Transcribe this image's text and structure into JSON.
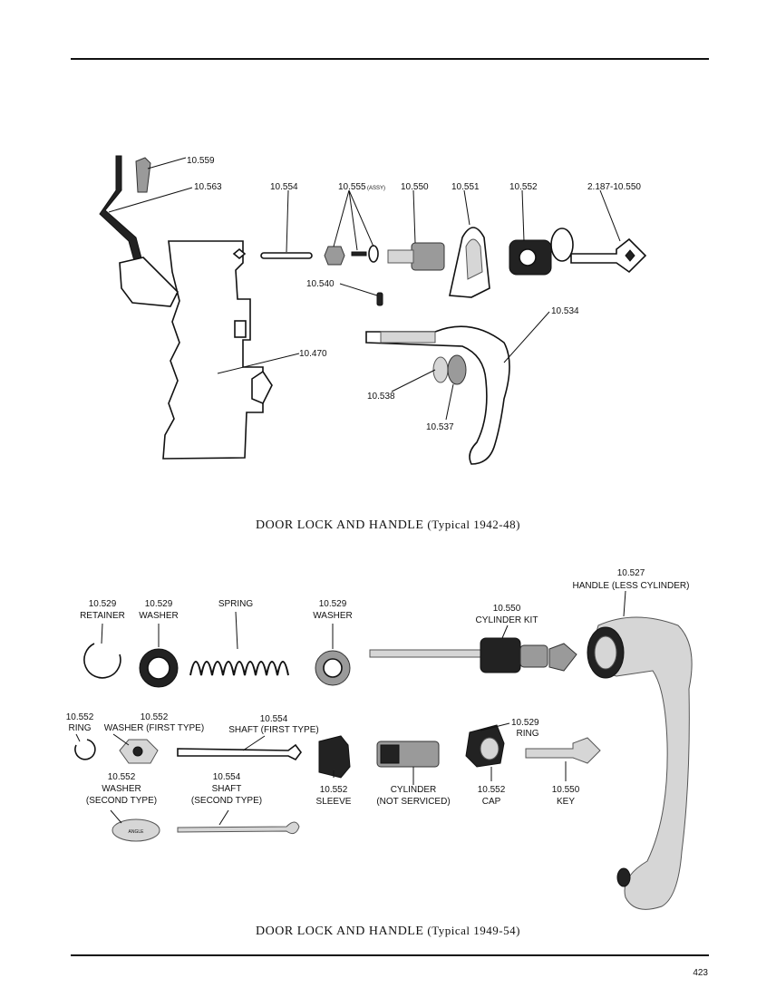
{
  "fig1": {
    "caption_main": "DOOR LOCK AND HANDLE",
    "caption_sub": "(Typical 1942-48)",
    "labels": {
      "l10559": "10.559",
      "l10563": "10.563",
      "l10554": "10.554",
      "l10555": "10.555",
      "l10555_assy": "(ASSY)",
      "l10550": "10.550",
      "l10551": "10.551",
      "l10552": "10.552",
      "l2187": "2.187-10.550",
      "l10540": "10.540",
      "l10534": "10.534",
      "l10470": "10.470",
      "l10538": "10.538",
      "l10537": "10.537"
    }
  },
  "fig2": {
    "caption_main": "DOOR LOCK AND HANDLE",
    "caption_sub": "(Typical 1949-54)",
    "labels": {
      "handle_num": "10.527",
      "handle_name": "HANDLE (LESS CYLINDER)",
      "retainer_num": "10.529",
      "retainer_name": "RETAINER",
      "washer_num": "10.529",
      "washer_name": "WASHER",
      "spring_name": "SPRING",
      "washer2_num": "10.529",
      "washer2_name": "WASHER",
      "cylkit_num": "10.550",
      "cylkit_name": "CYLINDER KIT",
      "ring_num": "10.552",
      "ring_name": "RING",
      "washer_first_num": "10.552",
      "washer_first_name": "WASHER (FIRST TYPE)",
      "shaft_first_num": "10.554",
      "shaft_first_name": "SHAFT (FIRST TYPE)",
      "ring2_num": "10.529",
      "ring2_name": "RING",
      "washer_second_num": "10.552",
      "washer_second_name": "WASHER",
      "washer_second_type": "(SECOND TYPE)",
      "shaft_second_num": "10.554",
      "shaft_second_name": "SHAFT",
      "shaft_second_type": "(SECOND TYPE)",
      "sleeve_num": "10.552",
      "sleeve_name": "SLEEVE",
      "cylinder_name": "CYLINDER",
      "cylinder_note": "(NOT SERVICED)",
      "cap_num": "10.552",
      "cap_name": "CAP",
      "key_num": "10.550",
      "key_name": "KEY",
      "washer_stamp": "ANGLE"
    }
  },
  "page_number": "423"
}
